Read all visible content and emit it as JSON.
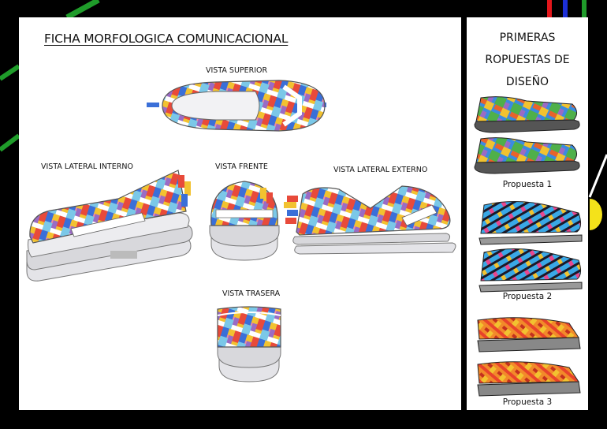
{
  "sheet": {
    "title": "FICHA MORFOLOGICA COMUNICACIONAL",
    "views": {
      "superior": "VISTA SUPERIOR",
      "lateral_interno": "VISTA LATERAL INTERNO",
      "frente": "VISTA FRENTE",
      "lateral_externo": "VISTA LATERAL EXTERNO",
      "trasera": "VISTA TRASERA"
    }
  },
  "sidebar": {
    "title_lines": [
      "PRIMERAS",
      "ROPUESTAS DE",
      "DISEÑO"
    ],
    "proposals": [
      {
        "label": "Propuesta 1"
      },
      {
        "label": "Propuesta 2"
      },
      {
        "label": "Propuesta 3"
      }
    ]
  },
  "colors": {
    "background": "#000000",
    "panel": "#ffffff",
    "deco_green": "#1f9c2a",
    "deco_red": "#e3161b",
    "deco_blue": "#1c2fd6",
    "deco_yellow": "#f4e21a",
    "sole_gray": "#d8d8dc",
    "pattern": [
      "#e84a3a",
      "#f2c230",
      "#3a6fd8",
      "#7bc8e8",
      "#9a6bc4",
      "#f08a9c",
      "#ffffff"
    ],
    "proposal1": [
      "#3b8be0",
      "#f2c230",
      "#4fb04a",
      "#e8632b",
      "#9a6bc4"
    ],
    "proposal2": [
      "#3aa8e6",
      "#1a1a2a",
      "#e8478e",
      "#f2c230"
    ],
    "proposal3": [
      "#e8432b",
      "#f28a2a",
      "#f2c230",
      "#c4301e"
    ]
  }
}
